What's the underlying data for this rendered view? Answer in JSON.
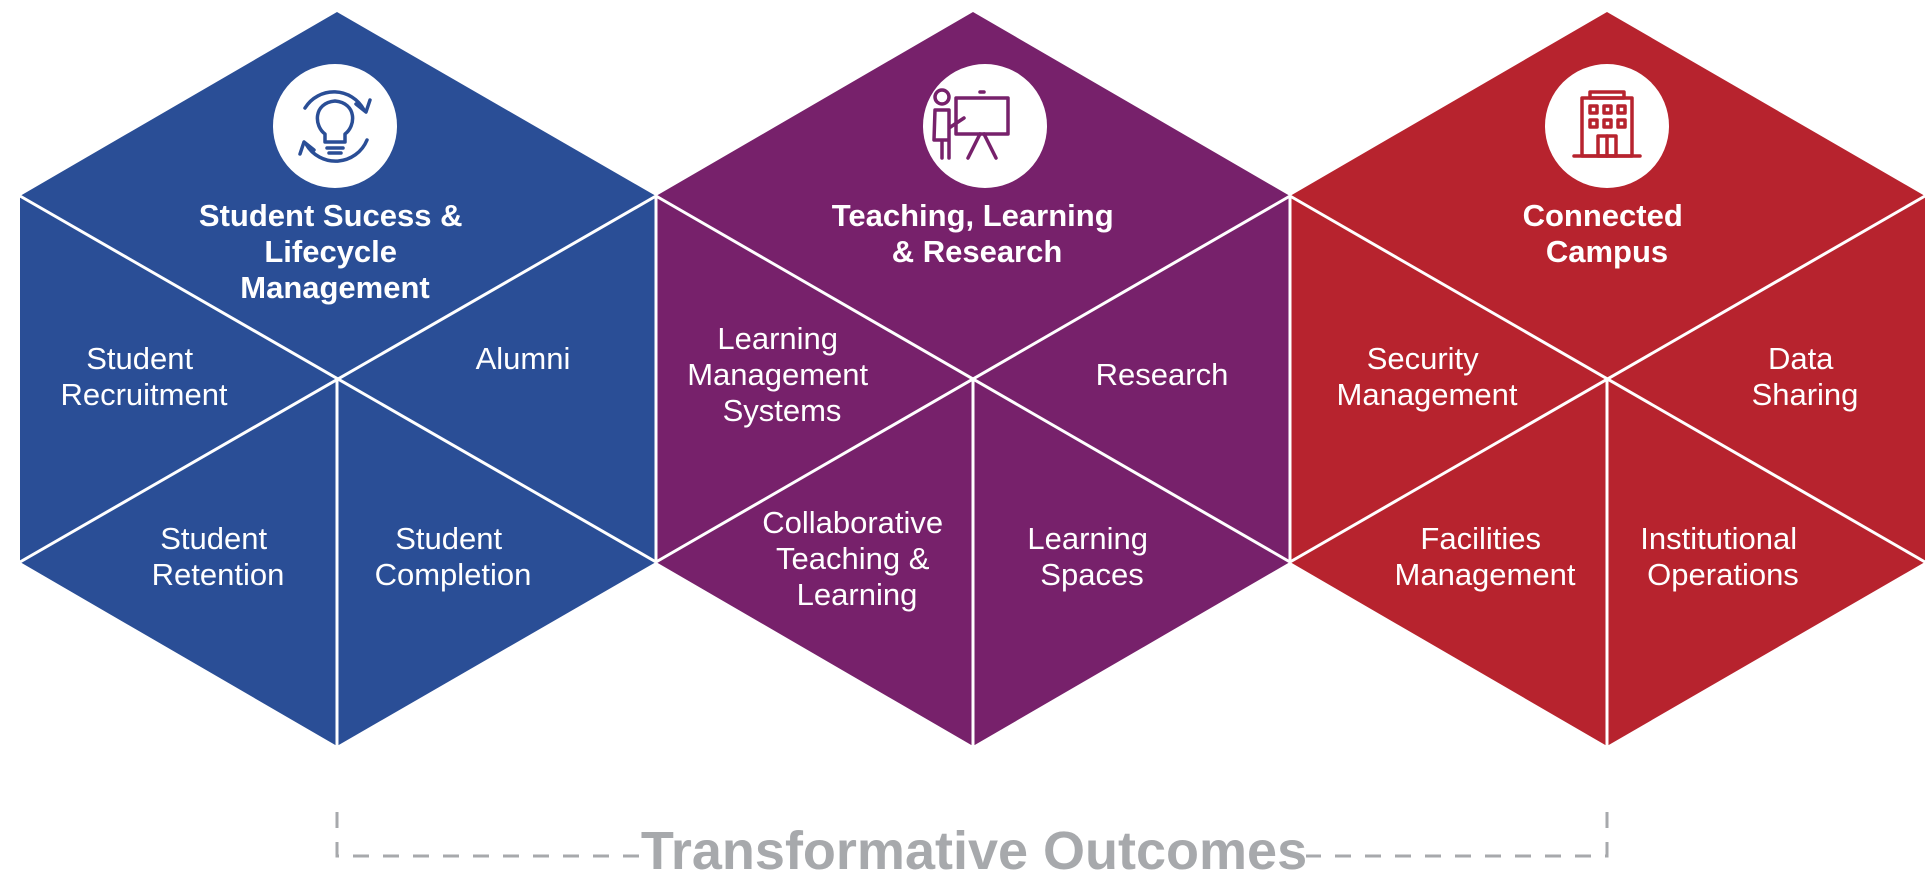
{
  "colors": {
    "blue": "#2a4e96",
    "purple": "#77216b",
    "red": "#b7232e",
    "divider": "#ffffff",
    "outcome_gray": "#a7a9ac"
  },
  "hexagons": [
    {
      "id": "student",
      "color": "#2a4e96",
      "icon": "lightbulb-cycle-icon",
      "title_lines": [
        "Student Sucess &",
        "Lifecycle",
        "Management"
      ],
      "segments": {
        "upper_left": [
          "Student",
          "Recruitment"
        ],
        "upper_right": [
          "Alumni"
        ],
        "lower_left": [
          "Student",
          "Retention"
        ],
        "lower_right": [
          "Student",
          "Completion"
        ]
      }
    },
    {
      "id": "teaching",
      "color": "#77216b",
      "icon": "teacher-presentation-icon",
      "title_lines": [
        "Teaching, Learning",
        "& Research"
      ],
      "segments": {
        "upper_left": [
          "Learning",
          "Management",
          "Systems"
        ],
        "upper_right": [
          "Research"
        ],
        "lower_left": [
          "Collaborative",
          "Teaching &",
          "Learning"
        ],
        "lower_right": [
          "Learning",
          "Spaces"
        ]
      }
    },
    {
      "id": "campus",
      "color": "#b7232e",
      "icon": "building-icon",
      "title_lines": [
        "Connected",
        "Campus"
      ],
      "segments": {
        "upper_left": [
          "Security",
          "Management"
        ],
        "upper_right": [
          "Data",
          "Sharing"
        ],
        "lower_left": [
          "Facilities",
          "Management"
        ],
        "lower_right": [
          "Institutional",
          "Operations"
        ]
      }
    }
  ],
  "outcome": {
    "label": "Transformative Outcomes"
  }
}
